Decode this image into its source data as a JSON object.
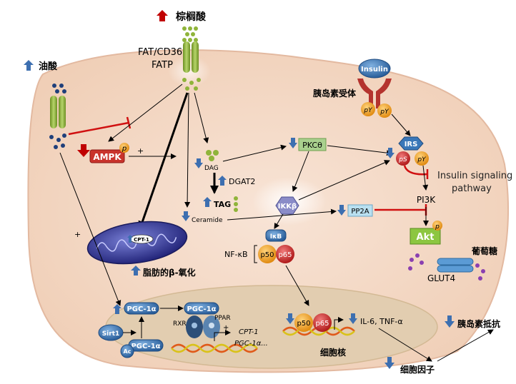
{
  "labels": {
    "palmitic_acid": "棕榈酸",
    "oleic_acid": "油酸",
    "fat_cd36": "FAT/CD36",
    "fatp": "FATP",
    "insulin": "Insulin",
    "insulin_receptor": "胰岛素受体",
    "py": "pY",
    "ps": "pS",
    "p": "p",
    "ampk": "AMPK",
    "plus": "+",
    "dag": "DAG",
    "dgat2": "DGAT2",
    "tag": "TAG",
    "ceramide": "Ceramide",
    "pkc": "PKCθ",
    "ikk": "IKKβ",
    "pp2a": "PP2A",
    "irs": "IRS",
    "insulin_signaling_1": "Insulin signaling",
    "insulin_signaling_2": "pathway",
    "pi3k": "PI3K",
    "akt": "Akt",
    "glucose": "葡萄糖",
    "glut4": "GLUT4",
    "cpt1": "CPT-1",
    "beta_oxidation": "脂肪的β-氧化",
    "ikb": "IκB",
    "nfkb": "NF-κB",
    "p50": "p50",
    "p65": "p65",
    "sirt1": "Sirt1",
    "pgc1a": "PGC-1α",
    "ac": "Ac",
    "rxr": "RXR",
    "ppar": "PPAR",
    "target1": "CPT-1",
    "target2": "PGC-1α...",
    "il6_tnf": "IL-6, TNF-α",
    "nucleus": "细胞核",
    "insulin_resistance": "胰岛素抵抗",
    "cytokines": "细胞因子"
  },
  "colors": {
    "cell_fill": "#f4d7c4",
    "nucleus_fill": "#e4cfae",
    "arrow_blue": "#3d6fb0",
    "arrow_red": "#c00000",
    "ampk": "#c9332c",
    "pkc": "#a9d08e",
    "pp2a": "#b9e0f0",
    "akt": "#8cc640",
    "ikk": "#8a8cc8",
    "insulin": "#3a77b8",
    "orange": "#f0a030",
    "transporter_green": "#8fb43a"
  }
}
